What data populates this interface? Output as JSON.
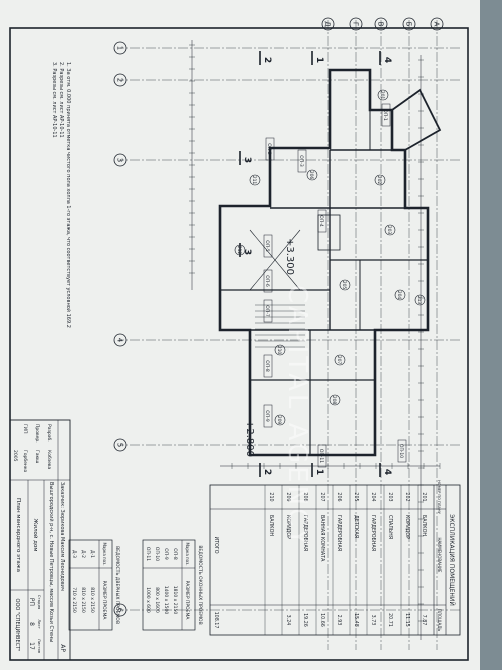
{
  "sheet": {
    "notes": [
      "1. За отм. 0.000 принята отметка чистого пола холла 1-го этажа, что соответствует условной 169.2",
      "2. Разрезы см. лист АР-10-11",
      "3. Разрезы см. лист АР-10-11"
    ],
    "elevations": [
      "+3.300",
      "+2.800"
    ],
    "axes_letters": [
      "А",
      "Б",
      "В",
      "Г",
      "Д"
    ],
    "axes_numbers": [
      "1",
      "2",
      "3",
      "4",
      "5",
      "6"
    ],
    "section_marks": [
      "1",
      "2",
      "3",
      "4"
    ],
    "room_tags": [
      "201",
      "202",
      "203",
      "204",
      "205",
      "206",
      "207",
      "208",
      "209",
      "210",
      "211",
      "212",
      "213"
    ],
    "window_tags": [
      "ОП-1",
      "ОП-2",
      "ОП-3",
      "ОП-4",
      "ОП-5",
      "ОП-6",
      "ОП-7",
      "ОП-8",
      "ОП-9",
      "ОП-10",
      "ОП-11"
    ],
    "explication": {
      "title": "ЭКСПЛИКАЦИЯ ПОМЕЩЕНИЙ",
      "headers": [
        "НОМЕР ПО ПЛАНУ",
        "НАИМЕНОВАНИЕ",
        "ПЛОЩАДЬ"
      ],
      "rows": [
        [
          "201",
          "БАЛКОН",
          "7.87"
        ],
        [
          "202",
          "КОРИДОР",
          "11.15"
        ],
        [
          "203",
          "СПАЛЬНЯ",
          "20.71"
        ],
        [
          "204",
          "ГАРДЕРОБНАЯ",
          "3.73"
        ],
        [
          "205",
          "ДЕТСКАЯ",
          "15.48"
        ],
        [
          "206",
          "ГАРДЕРОБНАЯ",
          "2.93"
        ],
        [
          "207",
          "ВАННАЯ КОМНАТА",
          "10.66"
        ],
        [
          "208",
          "ГАРДЕРОБНАЯ",
          "19.26"
        ],
        [
          "209",
          "КОРИДОР",
          "3.24"
        ],
        [
          "210",
          "БАЛКОН",
          ""
        ]
      ],
      "total_label": "ИТОГО",
      "total_value": "108.17"
    },
    "windows_table": {
      "title": "ВЕДОМОСТЬ ОКОННЫХ ПРОЕМОВ",
      "headers": [
        "Марка поз.",
        "РАЗМЕР ПРОЕМА"
      ],
      "rows": [
        [
          "ОП-8",
          "1810 х 2150"
        ],
        [
          "ОП-9",
          "1400 х 1500"
        ],
        [
          "ОП-10",
          "800 х 1600"
        ],
        [
          "ОП-11",
          "1000 х 600"
        ]
      ]
    },
    "doors_table": {
      "title": "ВЕДОМОСТЬ ДВЕРНЫХ ПРОЕМОВ",
      "headers": [
        "Марка поз.",
        "РАЗМЕР ПРОЕМА"
      ],
      "rows": [
        [
          "Д-1",
          "810 х 2150"
        ],
        [
          "Д-2",
          "810 х 2150"
        ],
        [
          "Д-3",
          "710 х 2150"
        ]
      ]
    },
    "stamp": {
      "customer": "Заказчик: Зюрикова Максим Леонидович",
      "mark": "АР",
      "address": "Вышгородский р-н, с. Новые Петровцы, массив Козьи Стены",
      "object": "Жилой дом",
      "stage_headers": [
        "Стадия",
        "Лист",
        "Листов"
      ],
      "stage_values": [
        "РП",
        "8",
        "17"
      ],
      "sheet_title": "План мансардного этажа",
      "company": "ООО \"СПЕЦИНВЕСТ\"",
      "rows": [
        [
          "Разраб.",
          "Кобзева"
        ],
        [
          "Провер.",
          "Гаюш"
        ],
        [
          "ГИП",
          "Горбенко"
        ]
      ],
      "date": "2005"
    },
    "watermark": "CAPITAL AGENCY"
  }
}
